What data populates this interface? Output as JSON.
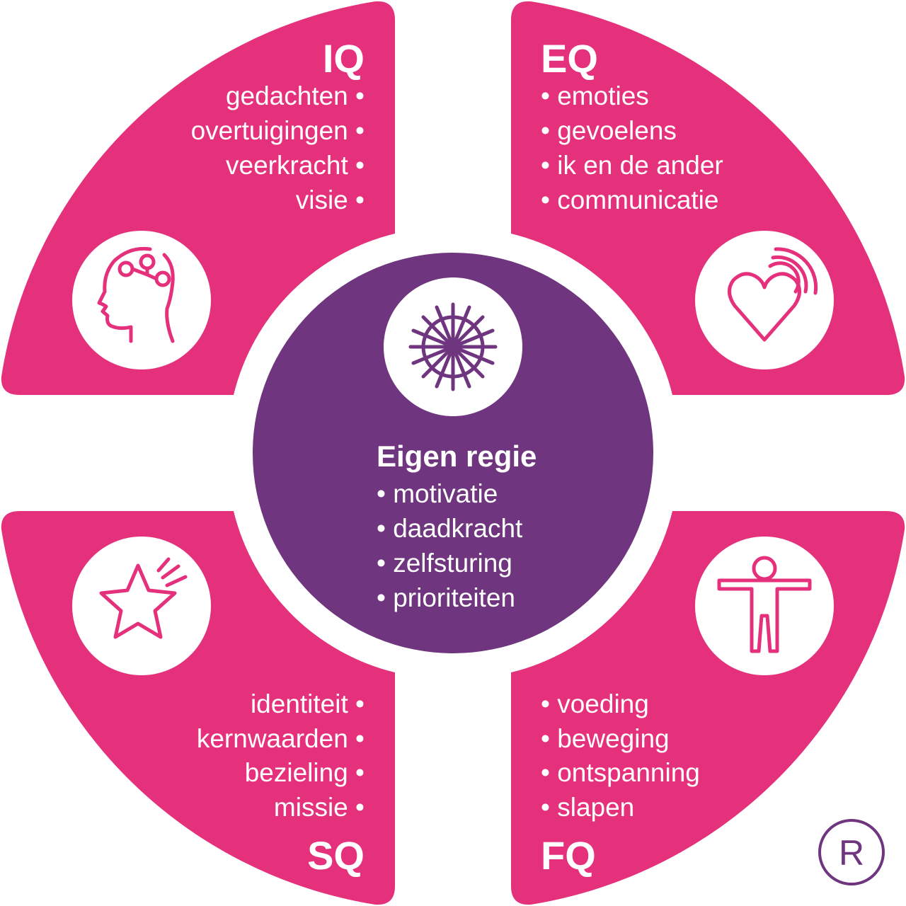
{
  "colors": {
    "quadrant": "#E5307B",
    "center": "#6F357E",
    "background": "#FFFFFF",
    "text": "#FFFFFF",
    "icon_outline_pink": "#E5307B",
    "icon_outline_purple": "#6F357E"
  },
  "quadrants": {
    "iq": {
      "title": "IQ",
      "icon": "head-network-icon",
      "items": [
        "gedachten •",
        "overtuigingen •",
        "veerkracht •",
        "visie •"
      ]
    },
    "eq": {
      "title": "EQ",
      "icon": "heart-waves-icon",
      "items": [
        "• emoties",
        "• gevoelens",
        "• ik en de ander",
        "• communicatie"
      ]
    },
    "sq": {
      "title": "SQ",
      "icon": "shining-star-icon",
      "items": [
        "identiteit •",
        "kernwaarden •",
        "bezieling •",
        "missie •"
      ]
    },
    "fq": {
      "title": "FQ",
      "icon": "person-outstretched-icon",
      "items": [
        "• voeding",
        "• beweging",
        "• ontspanning",
        "• slapen"
      ]
    }
  },
  "center": {
    "title": "Eigen regie",
    "icon": "ship-wheel-icon",
    "items": [
      "• motivatie",
      "• daadkracht",
      "• zelfsturing",
      "• prioriteiten"
    ]
  },
  "registered_mark": "R"
}
